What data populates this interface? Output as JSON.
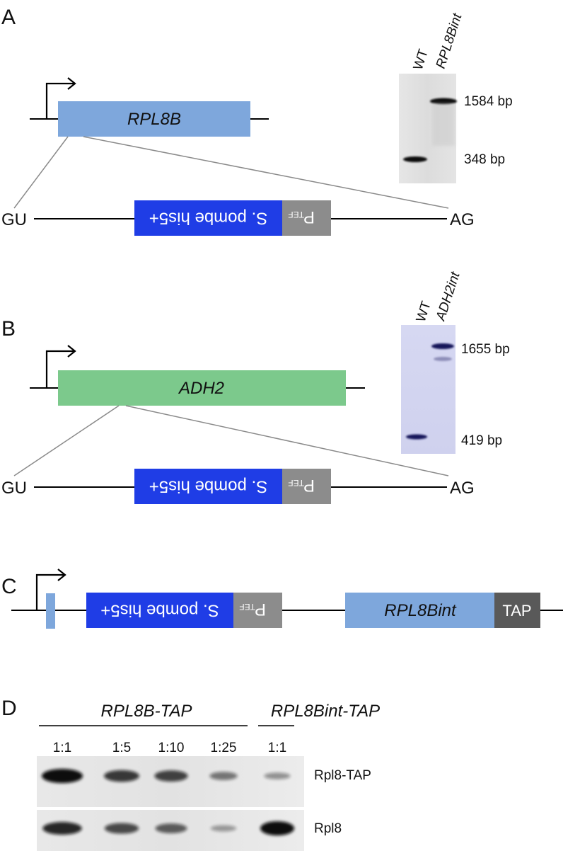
{
  "panels": {
    "A": {
      "letter": "A",
      "gene": "RPL8B",
      "splice_5": "GU",
      "splice_3": "AG",
      "cassette": "S. pombe his5+",
      "promoter_main": "P",
      "promoter_sub": "TEF",
      "gel": {
        "lane_wt": "WT",
        "lane_mut": "RPL8Bint",
        "band_high": "1584 bp",
        "band_low": "348 bp"
      }
    },
    "B": {
      "letter": "B",
      "gene": "ADH2",
      "splice_5": "GU",
      "splice_3": "AG",
      "cassette": "S. pombe his5+",
      "promoter_main": "P",
      "promoter_sub": "TEF",
      "gel": {
        "lane_wt": "WT",
        "lane_mut": "ADH2int",
        "band_high": "1655 bp",
        "band_low": "419 bp"
      }
    },
    "C": {
      "letter": "C",
      "cassette": "S. pombe his5+",
      "promoter_main": "P",
      "promoter_sub": "TEF",
      "gene": "RPL8Bint",
      "tag": "TAP"
    },
    "D": {
      "letter": "D",
      "strain_1": "RPL8B-TAP",
      "strain_2": "RPL8Bint-TAP",
      "ratios": [
        "1:1",
        "1:5",
        "1:10",
        "1:25",
        "1:1"
      ],
      "blot_top": "Rpl8-TAP",
      "blot_bottom": "Rpl8"
    }
  },
  "colors": {
    "rpl8b_box": "#7ea7dc",
    "adh2_box": "#7cc98c",
    "cassette": "#1f3de6",
    "promoter": "#8c8c8c",
    "tap": "#595959"
  },
  "western": {
    "rpl8_tap_intensity": [
      1.0,
      0.75,
      0.7,
      0.4,
      0.25
    ],
    "rpl8_intensity": [
      0.85,
      0.65,
      0.55,
      0.2,
      1.0
    ]
  }
}
